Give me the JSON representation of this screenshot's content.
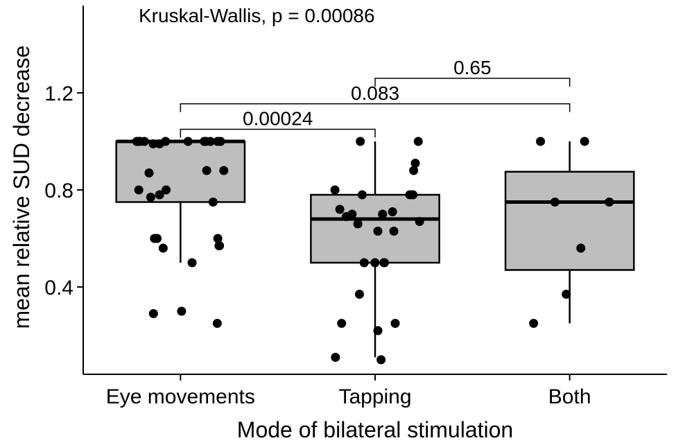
{
  "chart_data": {
    "type": "boxplot",
    "title": "",
    "annotation": "Kruskal-Wallis, p = 0.00086",
    "xlabel": "Mode of bilateral stimulation",
    "ylabel": "mean relative SUD decrease",
    "ylim": [
      0.04,
      1.56
    ],
    "yticks": [
      0.4,
      0.8,
      1.2
    ],
    "ytick_labels": [
      "0.4",
      "0.8",
      "1.2"
    ],
    "grid": false,
    "colors": {
      "box_fill": "#bebebe",
      "line": "#000000",
      "point": "#000000"
    },
    "categories": [
      "Eye movements",
      "Tapping",
      "Both"
    ],
    "boxes": [
      {
        "category": "Eye movements",
        "whisker_low": 0.5,
        "q1": 0.75,
        "median": 1.0,
        "q3": 1.0,
        "whisker_high": 1.0
      },
      {
        "category": "Tapping",
        "whisker_low": 0.11,
        "q1": 0.5,
        "median": 0.68,
        "q3": 0.78,
        "whisker_high": 1.0
      },
      {
        "category": "Both",
        "whisker_low": 0.25,
        "q1": 0.47,
        "median": 0.75,
        "q3": 0.875,
        "whisker_high": 1.0
      }
    ],
    "points": [
      {
        "category": "Eye movements",
        "values": [
          1.0,
          1.0,
          1.0,
          1.0,
          1.0,
          1.0,
          1.0,
          1.0,
          1.0,
          1.0,
          1.0,
          0.99,
          0.99,
          0.88,
          0.88,
          0.87,
          0.8,
          0.8,
          0.78,
          0.77,
          0.75,
          0.6,
          0.6,
          0.6,
          0.57,
          0.57,
          0.56,
          0.5,
          0.3,
          0.29,
          0.25
        ]
      },
      {
        "category": "Tapping",
        "values": [
          1.0,
          1.0,
          0.91,
          0.88,
          0.8,
          0.78,
          0.78,
          0.78,
          0.72,
          0.71,
          0.7,
          0.7,
          0.69,
          0.67,
          0.66,
          0.63,
          0.63,
          0.5,
          0.5,
          0.5,
          0.5,
          0.37,
          0.25,
          0.25,
          0.22,
          0.11,
          0.1
        ]
      },
      {
        "category": "Both",
        "values": [
          1.0,
          1.0,
          0.75,
          0.75,
          0.56,
          0.37,
          0.25
        ]
      }
    ],
    "comparisons": [
      {
        "from": "Eye movements",
        "to": "Tapping",
        "label": "0.00024",
        "level": 1
      },
      {
        "from": "Eye movements",
        "to": "Both",
        "label": "0.083",
        "level": 2
      },
      {
        "from": "Tapping",
        "to": "Both",
        "label": "0.65",
        "level": 3
      }
    ]
  }
}
